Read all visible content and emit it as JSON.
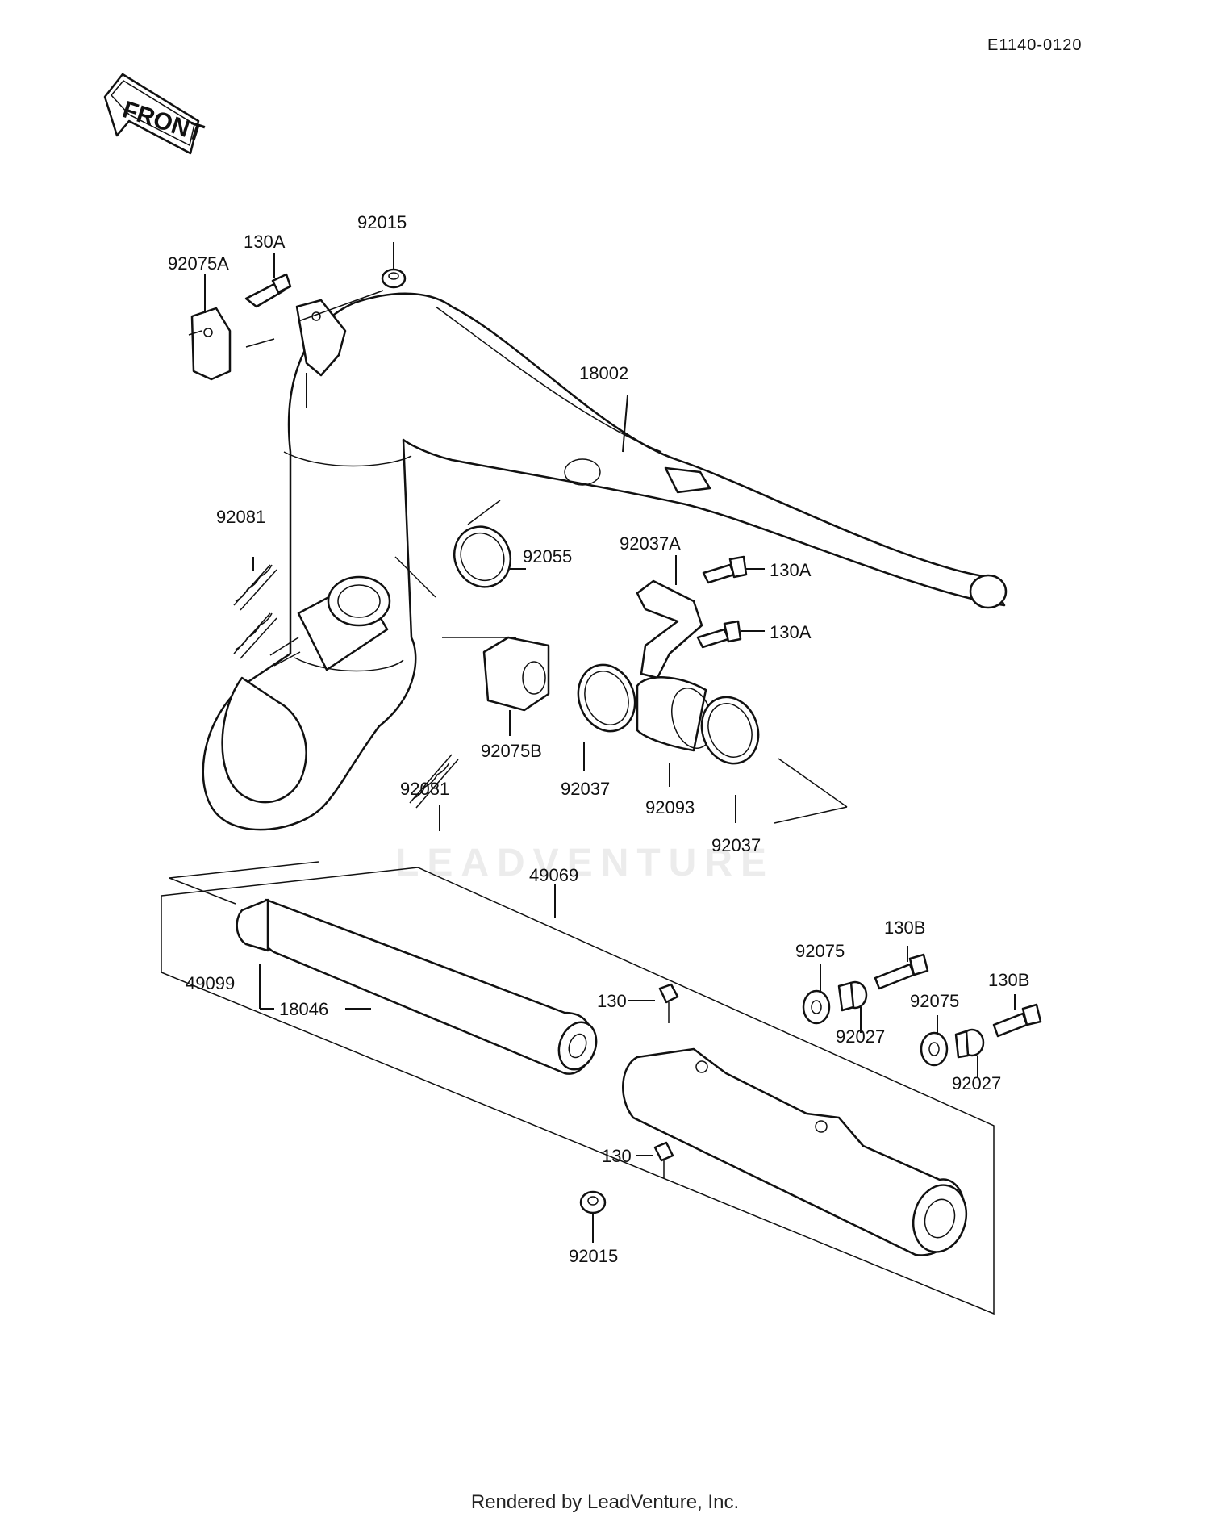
{
  "doc_id": "E1140-0120",
  "front_label": "FRONT",
  "watermark": "LEADVENTURE",
  "footer": "Rendered by LeadVenture, Inc.",
  "parts": {
    "p92015_top": "92015",
    "p130A_top": "130A",
    "p92075A": "92075A",
    "p18002": "18002",
    "p92081_left": "92081",
    "p92055": "92055",
    "p92037A": "92037A",
    "p130A_mid1": "130A",
    "p130A_mid2": "130A",
    "p92075B": "92075B",
    "p92081_low": "92081",
    "p92037_left": "92037",
    "p92093": "92093",
    "p92037_right": "92037",
    "p49069": "49069",
    "p92075_a": "92075",
    "p130B_a": "130B",
    "p49099": "49099",
    "p18046": "18046",
    "p130_top": "130",
    "p92027_a": "92027",
    "p92075_b": "92075",
    "p130B_b": "130B",
    "p92027_b": "92027",
    "p130_bottom": "130",
    "p92015_bottom": "92015"
  }
}
